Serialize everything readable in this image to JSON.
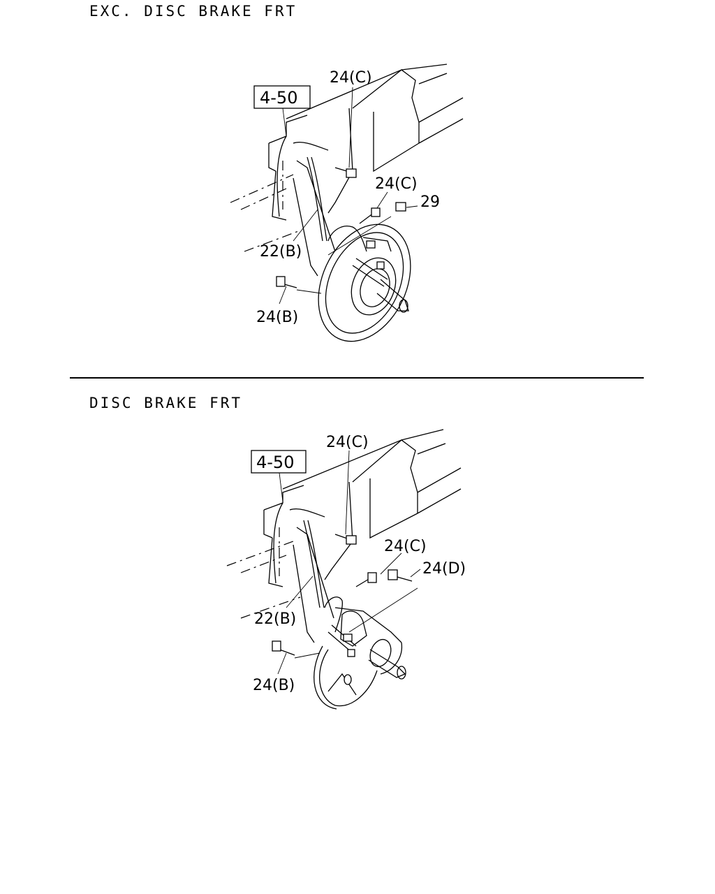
{
  "sections": [
    {
      "title": "EXC. DISC BRAKE FRT",
      "ref_box": "4-50",
      "callouts": [
        "24(C)",
        "24(C)",
        "29",
        "22(B)",
        "24(B)"
      ]
    },
    {
      "title": "DISC BRAKE FRT",
      "ref_box": "4-50",
      "callouts": [
        "24(C)",
        "24(C)",
        "24(D)",
        "22(B)",
        "24(B)"
      ]
    }
  ]
}
